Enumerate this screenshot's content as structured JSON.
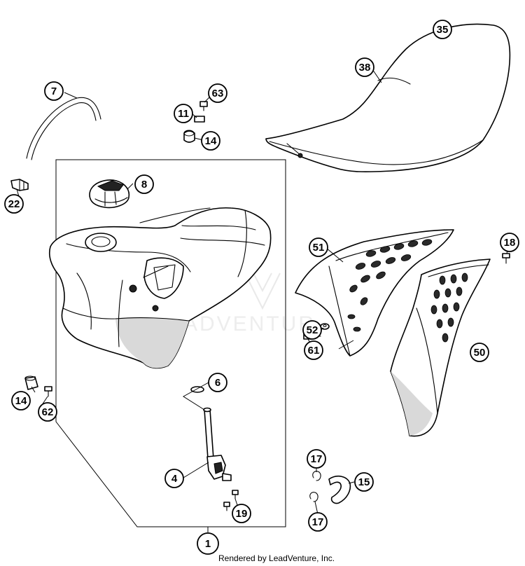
{
  "callouts": [
    {
      "id": "1",
      "label": "1"
    },
    {
      "id": "4",
      "label": "4"
    },
    {
      "id": "6",
      "label": "6"
    },
    {
      "id": "7",
      "label": "7"
    },
    {
      "id": "8",
      "label": "8"
    },
    {
      "id": "11",
      "label": "11"
    },
    {
      "id": "14a",
      "label": "14"
    },
    {
      "id": "14b",
      "label": "14"
    },
    {
      "id": "15",
      "label": "15"
    },
    {
      "id": "17a",
      "label": "17"
    },
    {
      "id": "17b",
      "label": "17"
    },
    {
      "id": "18",
      "label": "18"
    },
    {
      "id": "19",
      "label": "19"
    },
    {
      "id": "22",
      "label": "22"
    },
    {
      "id": "35",
      "label": "35"
    },
    {
      "id": "38",
      "label": "38"
    },
    {
      "id": "50",
      "label": "50"
    },
    {
      "id": "51",
      "label": "51"
    },
    {
      "id": "52",
      "label": "52"
    },
    {
      "id": "61",
      "label": "61"
    },
    {
      "id": "62",
      "label": "62"
    },
    {
      "id": "63",
      "label": "63"
    }
  ],
  "footer": {
    "credit": "Rendered by LeadVenture, Inc."
  }
}
